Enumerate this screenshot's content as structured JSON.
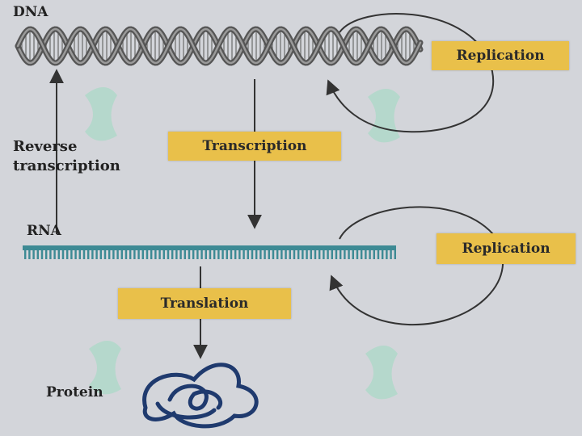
{
  "labels": {
    "dna": "DNA",
    "rna": "RNA",
    "protein": "Protein",
    "reverse_transcription_line1": "Reverse",
    "reverse_transcription_line2": "transcription"
  },
  "process_boxes": {
    "dna_replication": "Replication",
    "transcription": "Transcription",
    "rna_replication": "Replication",
    "translation": "Translation"
  },
  "colors": {
    "background": "#d3d5da",
    "label_box": "#e9c04a",
    "dna_strand": "#555555",
    "rna_strand": "#3d8a94",
    "protein": "#1f3a6e",
    "arrow": "#333333"
  },
  "icons": [
    "dna-double-helix",
    "rna-single-strand",
    "protein-coil",
    "watermark-logo"
  ]
}
